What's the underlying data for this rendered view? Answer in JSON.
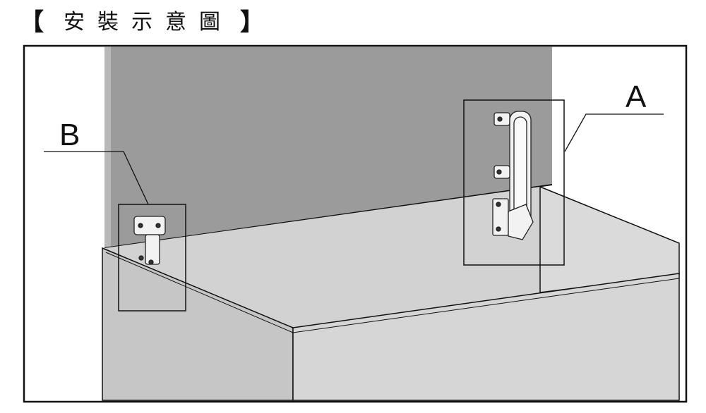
{
  "title": {
    "open_bracket": "【",
    "text": "安裝示意圖",
    "close_bracket": "】"
  },
  "labels": {
    "a": "A",
    "b": "B"
  },
  "colors": {
    "lid": "#9b9b9b",
    "floor": "#d2d2d2",
    "front_left": "#c6c6c6",
    "front_right": "#d6d6d6",
    "line": "#111111"
  }
}
